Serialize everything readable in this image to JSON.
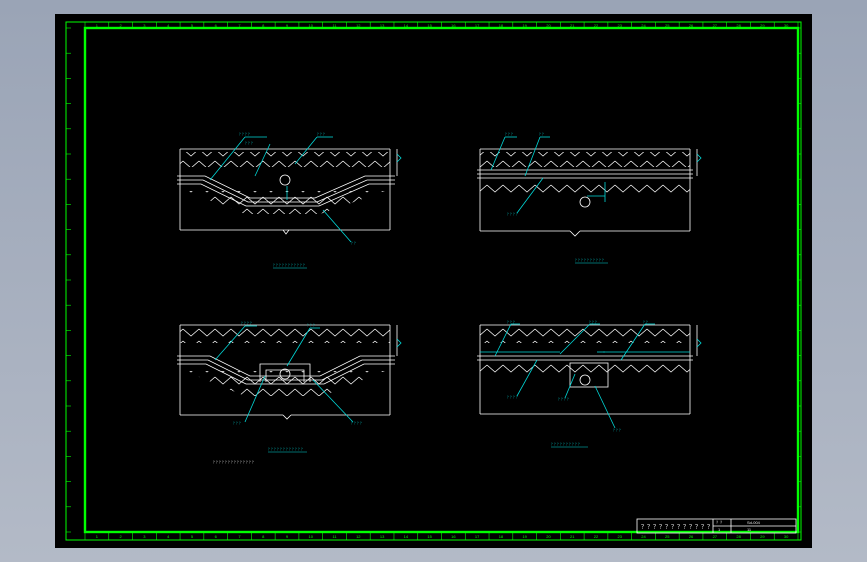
{
  "viewer": {
    "background": "#000000",
    "frame_color": "#00ff00",
    "line_color": "#ffffff",
    "annotation_color": "#00d8d8"
  },
  "sheet": {
    "ruler_labels": [
      "1",
      "2",
      "3",
      "4",
      "5",
      "6",
      "7",
      "8",
      "9",
      "10",
      "11",
      "12",
      "13",
      "14",
      "15",
      "16",
      "17",
      "18",
      "19",
      "20",
      "21",
      "22",
      "23",
      "24",
      "25",
      "26",
      "27",
      "28",
      "29",
      "30"
    ]
  },
  "title_block": {
    "title": "？？？？？？？？？？？？",
    "cell_1": "？？",
    "cell_2": "Sd-004",
    "cell_3": "1",
    "cell_4": "11"
  },
  "sections": [
    {
      "caption": "？？？？？？？？？？？",
      "labels": [
        "？？？？",
        "？？？",
        "？？？",
        "？？"
      ]
    },
    {
      "caption": "？？？？？？？？？？",
      "labels": [
        "？？？",
        "？？",
        "？？？？"
      ]
    },
    {
      "caption": "？？？？？？？？？？？？",
      "labels": [
        "？？？？",
        "？？？",
        "？？？",
        "？？？？"
      ]
    },
    {
      "caption": "？？？？？？？？？？",
      "labels": [
        "？？？",
        "？？？",
        "？？",
        "？？？？",
        "？？？？",
        "？？？"
      ]
    }
  ],
  "notes": {
    "text": "？？？？？？？？？？？？？？"
  }
}
